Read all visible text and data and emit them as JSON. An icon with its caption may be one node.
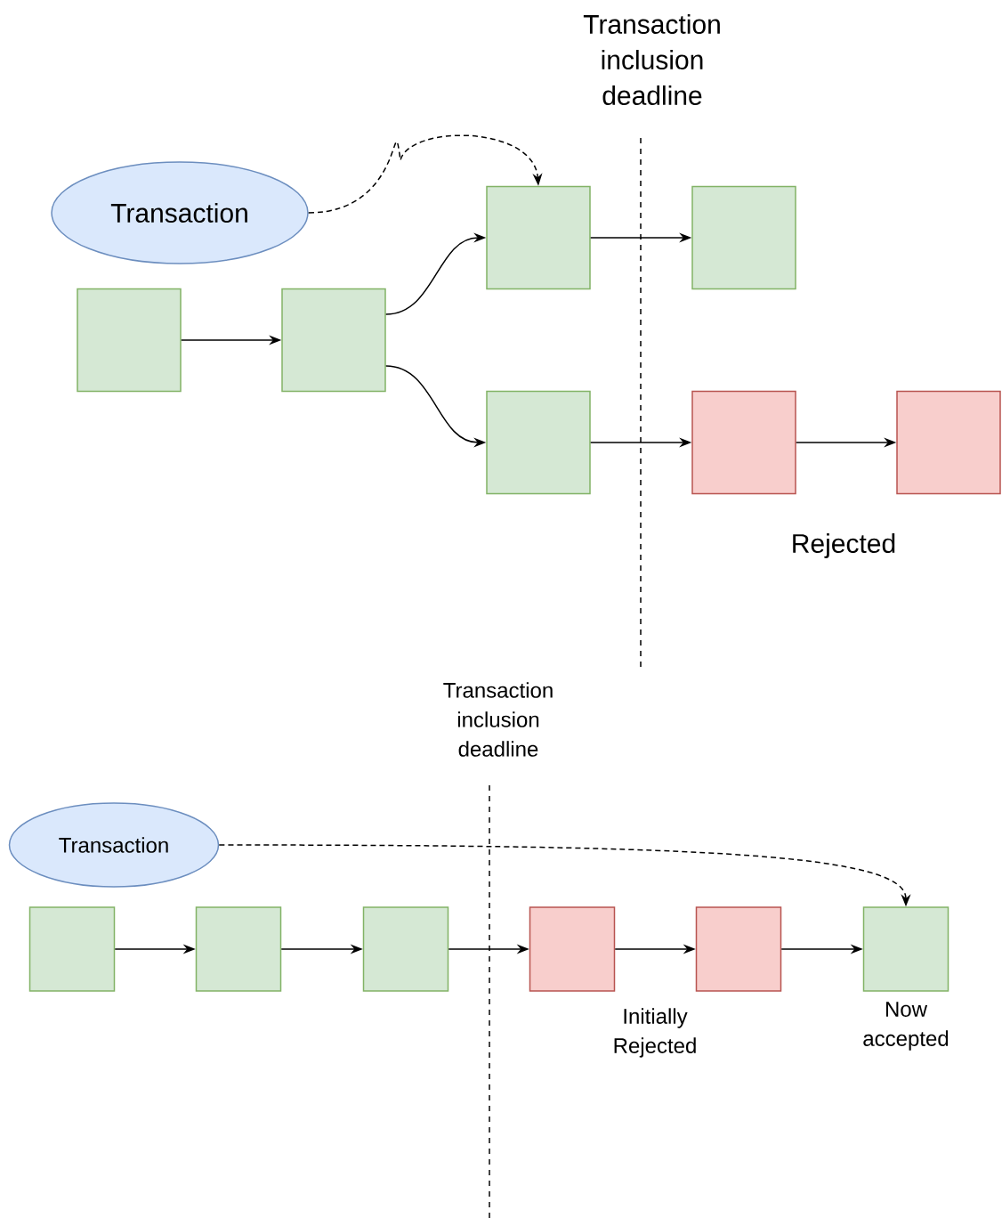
{
  "diagram": {
    "nodes": [
      {
        "text": [
          "Transaction"
        ]
      },
      {
        "text": [],
        "shape": "box"
      },
      {
        "text": [],
        "shape": "box"
      },
      {
        "text": [],
        "shape": "box"
      },
      {
        "text": [],
        "shape": "box"
      },
      {
        "text": [],
        "shape": "box"
      },
      {
        "text": [],
        "shape": "box"
      },
      {
        "text": [],
        "shape": "box"
      },
      {
        "text": [
          "Transaction"
        ]
      },
      {
        "text": [],
        "shape": "box"
      },
      {
        "text": [],
        "shape": "box"
      },
      {
        "text": [],
        "shape": "box"
      },
      {
        "text": [],
        "shape": "box"
      },
      {
        "text": [],
        "shape": "box"
      },
      {
        "text": [],
        "shape": "box",
        "beside": [
          "Now accepted"
        ]
      }
    ],
    "edges": [
      {
        "from": 0,
        "to": 3,
        "arrow": "to",
        "style": "dashed"
      },
      {
        "from": 1,
        "to": 2,
        "arrow": "to"
      },
      {
        "from": 2,
        "to": 3,
        "arrow": "to"
      },
      {
        "from": 2,
        "to": 5,
        "arrow": "to"
      },
      {
        "from": 3,
        "to": 4,
        "arrow": "to"
      },
      {
        "from": 5,
        "to": 6,
        "arrow": "to"
      },
      {
        "from": 6,
        "to": 7,
        "arrow": "to"
      },
      {
        "from": 8,
        "to": 14,
        "arrow": "to",
        "style": "dashed"
      },
      {
        "from": 9,
        "to": 10,
        "arrow": "to"
      },
      {
        "from": 10,
        "to": 11,
        "arrow": "to"
      },
      {
        "from": 11,
        "to": 12,
        "arrow": "to"
      },
      {
        "from": 12,
        "to": 13,
        "arrow": "to"
      },
      {
        "from": 13,
        "to": 14,
        "arrow": "to"
      }
    ],
    "labels": [
      "Transaction inclusion deadline",
      "Rejected",
      "Transaction inclusion deadline",
      "Initially Rejected"
    ]
  }
}
